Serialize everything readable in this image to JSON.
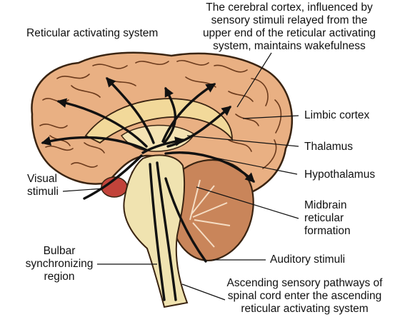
{
  "labels": {
    "reticular_activating_system": "Reticular activating system",
    "cerebral_cortex": [
      "The cerebral cortex, influenced by",
      "sensory stimuli relayed from the",
      "upper end of the reticular activating",
      "system, maintains wakefulness"
    ],
    "limbic_cortex": "Limbic cortex",
    "thalamus": "Thalamus",
    "visual_stimuli": [
      "Visual",
      "stimuli"
    ],
    "hypothalamus": "Hypothalamus",
    "midbrain_reticular_formation": [
      "Midbrain",
      "reticular",
      "formation"
    ],
    "bulbar_synchronizing_region": [
      "Bulbar",
      "synchronizing",
      "region"
    ],
    "auditory_stimuli": "Auditory stimuli",
    "ascending_sensory_pathways": [
      "Ascending sensory pathways of",
      "spinal cord enter the ascending",
      "reticular activating system"
    ]
  },
  "colors": {
    "cortex_fill": "#e9b083",
    "cortex_outline": "#3a2412",
    "limbic_fill": "#f2d99a",
    "brainstem_fill": "#f0e3b0",
    "cerebellum_fill": "#c9855a",
    "arrow": "#111111"
  }
}
